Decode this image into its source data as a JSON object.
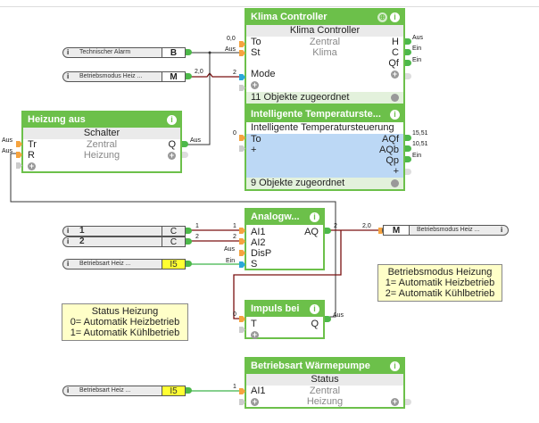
{
  "blocks": {
    "klima": {
      "title": "Klima Controller",
      "subtitle": "Klima Controller",
      "inputs": [
        "To",
        "St",
        "Mode"
      ],
      "center": [
        "Zentral",
        "Klima"
      ],
      "outputs": [
        "H",
        "C",
        "Qf"
      ],
      "footer": "11 Objekte zugeordnet",
      "in_values": [
        "0,0",
        "Aus",
        "2"
      ],
      "out_values": [
        "Aus",
        "Ein",
        "Ein"
      ]
    },
    "temp": {
      "title": "Intelligente Temperaturste...",
      "subtitle": "Intelligente Temperatursteuerung",
      "inputs": [
        "To",
        "+"
      ],
      "outputs": [
        "AQf",
        "AQb",
        "Qp",
        "+"
      ],
      "footer": "9 Objekte zugeordnet",
      "in_values": [
        "0"
      ],
      "out_values": [
        "15,51",
        "10,51",
        "Ein"
      ]
    },
    "heizung": {
      "title": "Heizung aus",
      "subtitle": "Schalter",
      "inputs": [
        "Tr",
        "R"
      ],
      "center": [
        "Zentral",
        "Heizung"
      ],
      "outputs": [
        "Q"
      ],
      "in_values": [
        "Aus",
        "Aus"
      ],
      "out_values": [
        "Aus"
      ]
    },
    "analog": {
      "title": "Analogw...",
      "inputs": [
        "AI1",
        "AI2",
        "DisP",
        "S"
      ],
      "outputs": [
        "AQ"
      ],
      "in_values": [
        "1",
        "2",
        "Aus",
        "Ein"
      ],
      "out_values": [
        "2"
      ]
    },
    "impuls": {
      "title": "Impuls bei",
      "inputs": [
        "T"
      ],
      "outputs": [
        "Q"
      ],
      "in_values": [
        "0"
      ],
      "out_values": [
        "Aus"
      ]
    },
    "waerme": {
      "title": "Betriebsart Wärmepumpe",
      "subtitle": "Status",
      "inputs": [
        "AI1"
      ],
      "center": [
        "Zentral",
        "Heizung"
      ],
      "in_values": [
        "1"
      ]
    }
  },
  "objects": [
    {
      "name": "Technischer Alarm",
      "tag": "B",
      "value": ""
    },
    {
      "name": "Betriebsmodus  Heiz ...",
      "tag": "M",
      "value": "2,0"
    },
    {
      "name": "1",
      "tag": "C",
      "value": "1"
    },
    {
      "name": "2",
      "tag": "C",
      "value": "2"
    },
    {
      "name": "Betriebsart  Heiz ...",
      "tag": "I5",
      "value": ""
    },
    {
      "name": "Betriebsmodus  Heiz ...",
      "tag": "M",
      "value": "2,0"
    },
    {
      "name": "Betriebsart  Heiz ...",
      "tag": "I5",
      "value": ""
    }
  ],
  "notes": {
    "betriebsmodus": [
      "Betriebsmodus Heizung",
      "1= Automatik Heizbetrieb",
      "2= Automatik Kühlbetrieb"
    ],
    "status": [
      "Status Heizung",
      "0= Automatik Heizbetrieb",
      "1= Automatik Kühlbetrieb"
    ]
  },
  "icons": {
    "info": "i",
    "plus": "+",
    "move": "⊕"
  }
}
